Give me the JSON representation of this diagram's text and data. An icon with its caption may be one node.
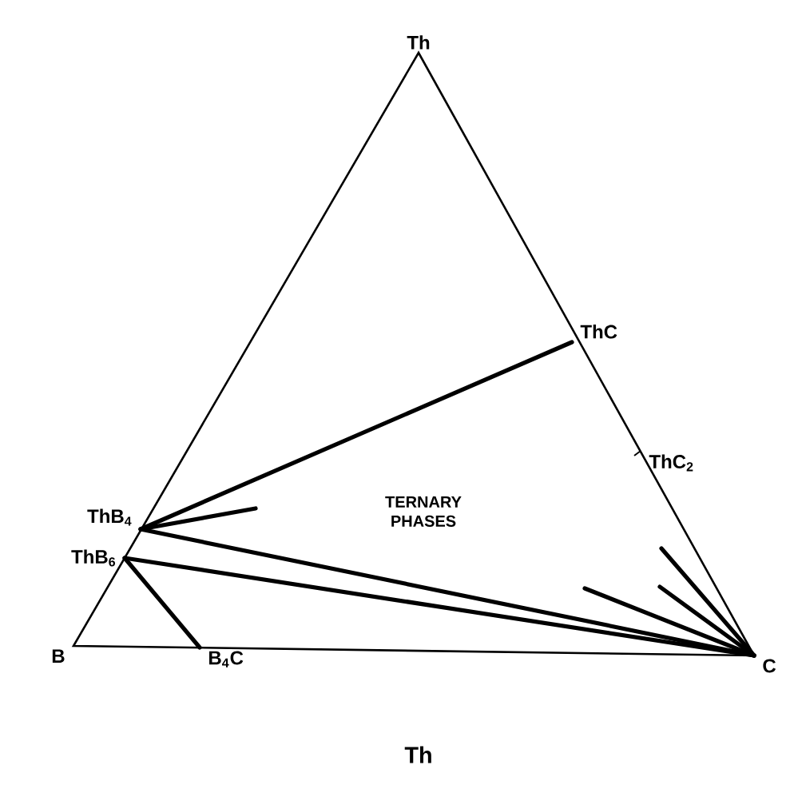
{
  "diagram": {
    "nodes": [
      {
        "text": [
          "Th"
        ]
      },
      {
        "text": [
          "ThC"
        ]
      },
      {
        "text": [
          "ThC$_{2}$"
        ]
      },
      {
        "text": [
          "ThB$_{4}$"
        ]
      },
      {
        "text": [
          "ThB$_{6}$"
        ]
      },
      {
        "text": [
          "B"
        ]
      },
      {
        "text": [
          "B$_{4}$C"
        ]
      },
      {
        "text": [
          "C"
        ]
      }
    ],
    "edges": [
      {
        "from": 3,
        "to": 1,
        "arrow": "none"
      },
      {
        "from": 3,
        "to": 7,
        "arrow": "none"
      },
      {
        "from": 4,
        "to": 7,
        "arrow": "none"
      },
      {
        "from": 4,
        "to": 6,
        "arrow": "none"
      },
      {
        "from": 3,
        "to": null,
        "arrow": "none"
      },
      {
        "from": 7,
        "to": null,
        "arrow": "none"
      },
      {
        "from": 7,
        "to": null,
        "arrow": "none"
      },
      {
        "from": 7,
        "to": null,
        "arrow": "none"
      }
    ],
    "labels": [
      "TERNARY PHASES",
      "Th"
    ]
  }
}
